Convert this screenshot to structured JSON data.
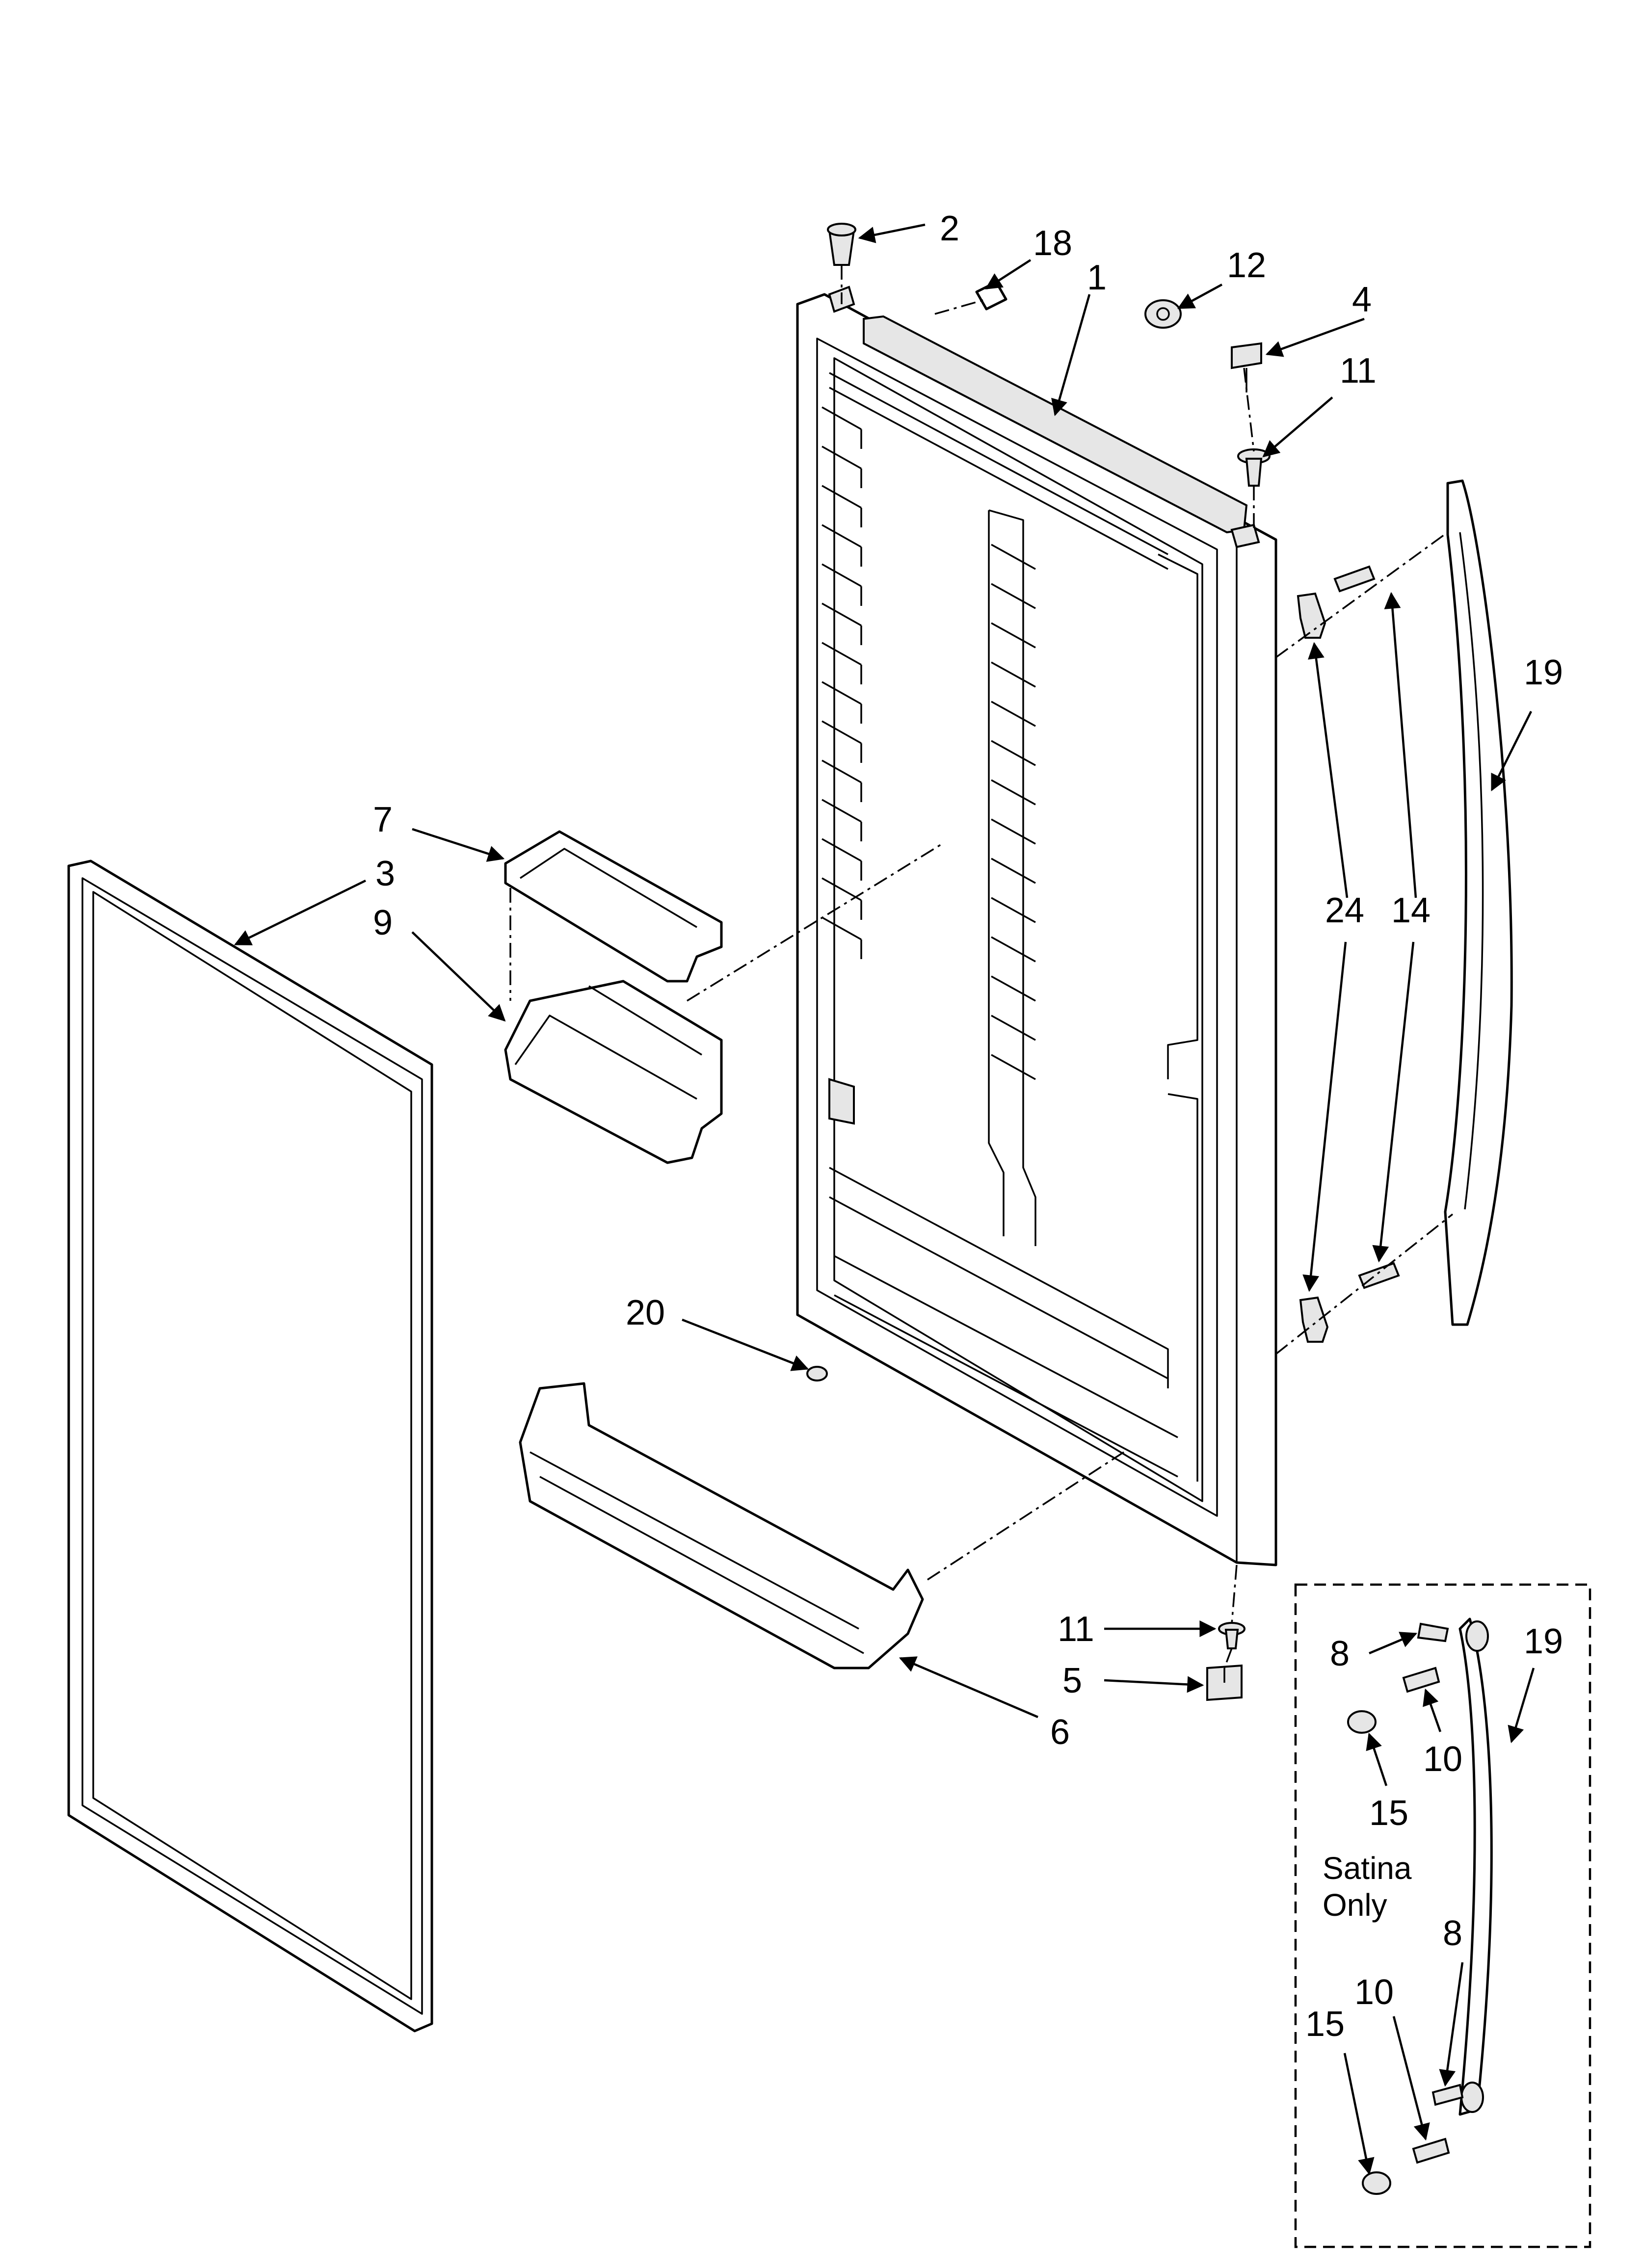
{
  "diagram": {
    "callouts": {
      "c1": "1",
      "c2": "2",
      "c3": "3",
      "c4": "4",
      "c5": "5",
      "c6": "6",
      "c7": "7",
      "c8a": "8",
      "c8b": "8",
      "c9": "9",
      "c10a": "10",
      "c10b": "10",
      "c11a": "11",
      "c11b": "11",
      "c12": "12",
      "c14": "14",
      "c15a": "15",
      "c15b": "15",
      "c18": "18",
      "c19a": "19",
      "c19b": "19",
      "c20": "20",
      "c24": "24"
    },
    "inset_note": {
      "line1": "Satina",
      "line2": "Only"
    }
  }
}
